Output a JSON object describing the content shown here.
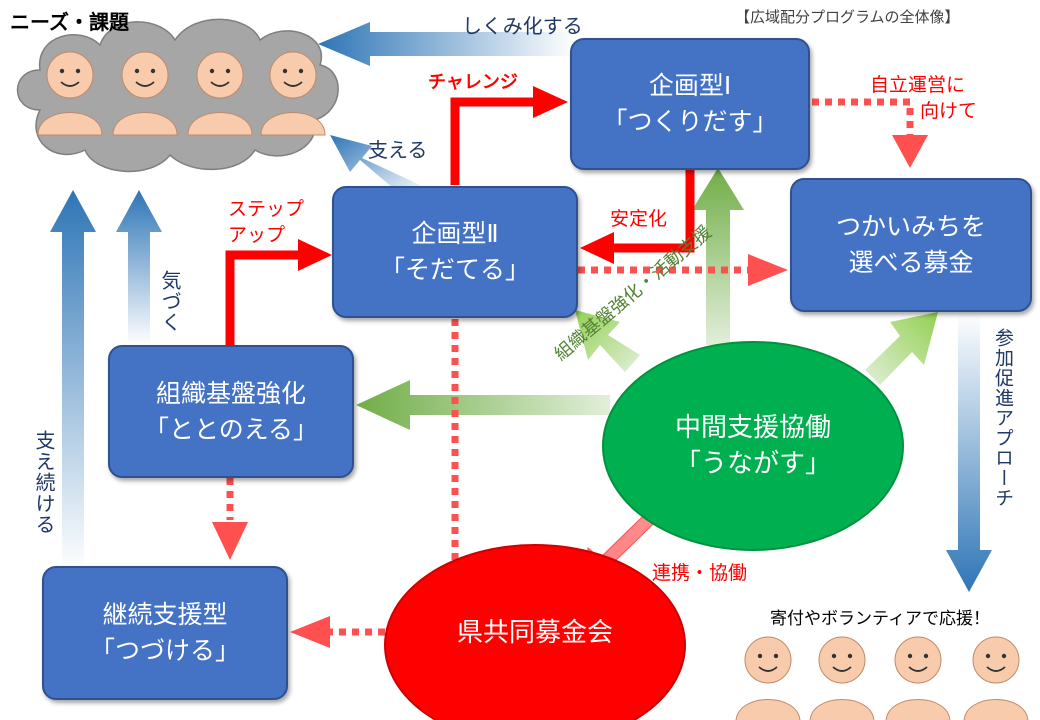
{
  "colors": {
    "box_blue": "#4472c4",
    "box_border": "#2f528f",
    "red": "#ff0000",
    "dotted_red": "#ff5050",
    "green_circle": "#00b050",
    "light_green_arrow": "#92d050",
    "blue_arrow": "#2e75b6",
    "cloud_gray": "#a6a6a6",
    "face_skin": "#f8cbad",
    "label_navy": "#1f3864",
    "label_green": "#548235"
  },
  "title_corner": "【広域配分プログラムの全体像】",
  "needs_label": "ニーズ・課題",
  "donors_label": "寄付やボランティアで応援！",
  "boxes": {
    "planning1": {
      "line1": "企画型Ⅰ",
      "line2": "「つくりだす」"
    },
    "planning2": {
      "line1": "企画型Ⅱ",
      "line2": "「そだてる」"
    },
    "choose_fund": {
      "line1": "つかいみちを",
      "line2": "選べる募金"
    },
    "org_strength": {
      "line1": "組織基盤強化",
      "line2": "「ととのえる」"
    },
    "continuous": {
      "line1": "継続支援型",
      "line2": "「つづける」"
    }
  },
  "ellipses": {
    "intermediary": {
      "line1": "中間支援協働",
      "line2": "「うながす」"
    },
    "prefecture": {
      "label": "県共同募金会"
    }
  },
  "arrow_labels": {
    "systematize": "しくみ化する",
    "challenge": "チャレンジ",
    "support": "支える",
    "step_up1": "ステップ",
    "step_up2": "アップ",
    "stabilize": "安定化",
    "independent1": "自立運営に",
    "independent2": "向けて",
    "notice": "気づく",
    "keep_supporting": "支え続ける",
    "participation": "参加促進アプローチ",
    "org_activity": "組織基盤強化・活動支援",
    "cooperation": "連携・協働"
  },
  "icons": [
    "person-icon",
    "cloud-icon"
  ]
}
